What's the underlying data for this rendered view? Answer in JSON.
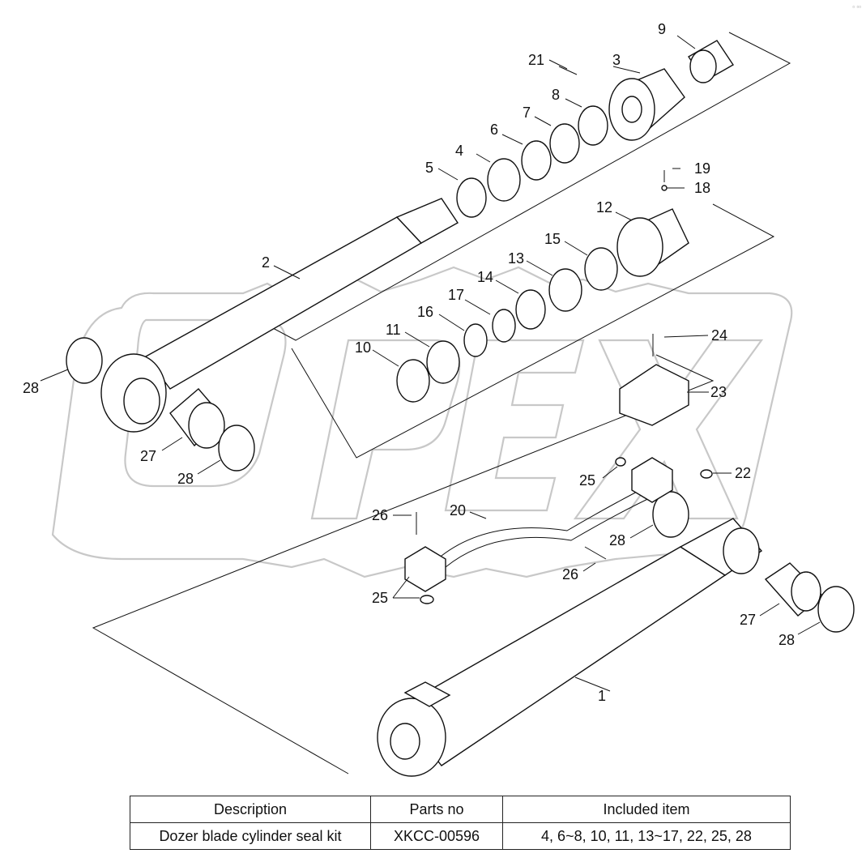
{
  "diagram": {
    "callouts": [
      {
        "id": "c1",
        "text": "1"
      },
      {
        "id": "c2",
        "text": "2"
      },
      {
        "id": "c3",
        "text": "3"
      },
      {
        "id": "c4",
        "text": "4"
      },
      {
        "id": "c5",
        "text": "5"
      },
      {
        "id": "c6",
        "text": "6"
      },
      {
        "id": "c7",
        "text": "7"
      },
      {
        "id": "c8",
        "text": "8"
      },
      {
        "id": "c9",
        "text": "9"
      },
      {
        "id": "c10",
        "text": "10"
      },
      {
        "id": "c11",
        "text": "11"
      },
      {
        "id": "c12",
        "text": "12"
      },
      {
        "id": "c13",
        "text": "13"
      },
      {
        "id": "c14",
        "text": "14"
      },
      {
        "id": "c15",
        "text": "15"
      },
      {
        "id": "c16",
        "text": "16"
      },
      {
        "id": "c17",
        "text": "17"
      },
      {
        "id": "c18",
        "text": "18"
      },
      {
        "id": "c19",
        "text": "19"
      },
      {
        "id": "c20",
        "text": "20"
      },
      {
        "id": "c21",
        "text": "21"
      },
      {
        "id": "c22",
        "text": "22"
      },
      {
        "id": "c23",
        "text": "23"
      },
      {
        "id": "c24",
        "text": "24"
      },
      {
        "id": "c25a",
        "text": "25"
      },
      {
        "id": "c25b",
        "text": "25"
      },
      {
        "id": "c26a",
        "text": "26"
      },
      {
        "id": "c26b",
        "text": "26"
      },
      {
        "id": "c27a",
        "text": "27"
      },
      {
        "id": "c27b",
        "text": "27"
      },
      {
        "id": "c28a",
        "text": "28"
      },
      {
        "id": "c28b",
        "text": "28"
      },
      {
        "id": "c28c",
        "text": "28"
      },
      {
        "id": "c28d",
        "text": "28"
      }
    ]
  },
  "table": {
    "headers": {
      "description": "Description",
      "parts_no": "Parts no",
      "included_item": "Included item"
    },
    "rows": [
      {
        "description": "Dozer blade cylinder seal kit",
        "parts_no": "XKCC-00596",
        "included_item": "4, 6~8, 10, 11, 13~17, 22, 25, 28"
      }
    ]
  },
  "colors": {
    "line": "#111111",
    "watermark": "#c8c8c8",
    "background": "#ffffff"
  }
}
